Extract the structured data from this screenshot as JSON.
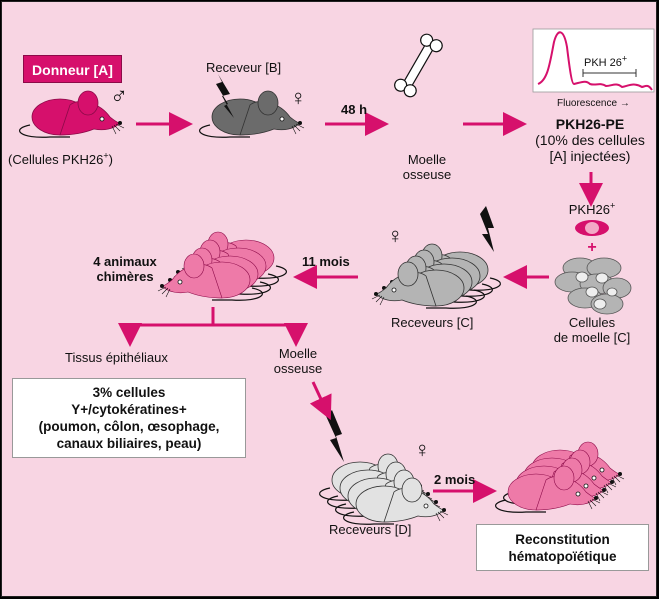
{
  "colors": {
    "background": "#f8d5e3",
    "accent": "#d6106c",
    "donor_mouse": "#d6106c",
    "recipient_b_mouse": "#6b6b6b",
    "recipient_c_mouse": "#b4b4b4",
    "recipient_d_mouse": "#e2e2e2",
    "chimera_mouse": "#ee7aa8"
  },
  "donor": {
    "label": "Donneur [A]",
    "sex_symbol": "♂",
    "caption": "(Cellules PKH26",
    "caption_sup": "+",
    "caption_end": ")"
  },
  "recipient_b": {
    "label": "Receveur [B]",
    "sex_symbol": "♀"
  },
  "step_48h": "48 h",
  "bone_marrow_1": {
    "line1": "Moelle",
    "line2": "osseuse"
  },
  "histogram": {
    "gate_label": "PKH 26",
    "gate_sup": "+",
    "axis_label": "Fluorescence",
    "axis_arrow": "→"
  },
  "pkh_result": {
    "title": "PKH26-PE",
    "line1": "(10% des cellules",
    "line2": "[A] injectées)"
  },
  "pkh_cell": {
    "label": "PKH26",
    "sup": "+",
    "plus": "+"
  },
  "marrow_cells_c": {
    "line1": "Cellules",
    "line2": "de moelle [C]"
  },
  "recipients_c": {
    "label": "Receveurs [C]",
    "sex_symbol": "♀"
  },
  "step_11m": "11 mois",
  "chimeras": {
    "line1": "4 animaux",
    "line2": "chimères"
  },
  "epithelial": {
    "label": "Tissus épithéliaux"
  },
  "bone_marrow_2": {
    "line1": "Moelle",
    "line2": "osseuse"
  },
  "result_box_1": {
    "line1": "3% cellules",
    "line2": "Y+/cytokératines+",
    "line3": "(poumon, côlon, œsophage,",
    "line4": "canaux biliaires, peau)"
  },
  "recipients_d": {
    "label": "Receveurs [D]",
    "sex_symbol": "♀"
  },
  "step_2m": "2 mois",
  "result_box_2": {
    "line1": "Reconstitution",
    "line2": "hématopoïétique"
  }
}
